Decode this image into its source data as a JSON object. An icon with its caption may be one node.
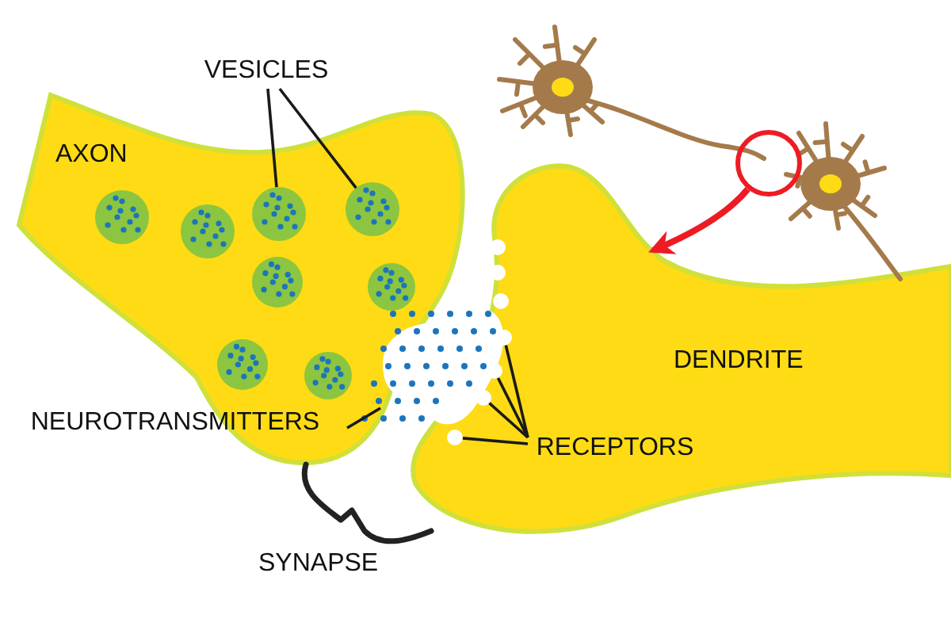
{
  "diagram": {
    "nodes": [
      {
        "text": [
          "AXON"
        ]
      },
      {
        "text": [
          "DENDRITE"
        ]
      },
      {
        "text": [],
        "shape": "circle",
        "in": 0
      },
      {
        "text": [],
        "shape": "circle",
        "in": 0
      },
      {
        "text": [],
        "shape": "circle",
        "in": 0
      },
      {
        "text": [],
        "shape": "circle",
        "in": 0
      },
      {
        "text": [],
        "shape": "circle",
        "in": 0
      },
      {
        "text": [],
        "shape": "circle",
        "in": 0
      },
      {
        "text": [],
        "shape": "circle",
        "in": 0
      },
      {
        "text": [],
        "shape": "circle",
        "in": 0
      },
      {
        "text": [
          "VESICLES"
        ]
      },
      {
        "text": [
          "NEUROTRANSMITTERS"
        ]
      },
      {
        "text": [],
        "shape": "cloud"
      },
      {
        "text": [
          "RECEPTORS"
        ],
        "in": 1
      },
      {
        "text": [],
        "shape": "circle",
        "in": 1
      },
      {
        "text": [],
        "shape": "circle"
      },
      {
        "text": [],
        "shape": "circle",
        "in": 1
      },
      {
        "text": [],
        "shape": "circle",
        "in": 1
      },
      {
        "text": [],
        "shape": "picture"
      },
      {
        "text": [],
        "shape": "picture"
      },
      {
        "text": [],
        "shape": "circle"
      },
      {
        "text": [],
        "shape": "circle",
        "in": 1
      },
      {
        "text": [],
        "shape": "circle",
        "in": 1
      },
      {
        "text": [],
        "shape": "circle",
        "in": 1
      }
    ],
    "edges": [
      {
        "from": 10,
        "to": 4,
        "arrow": "none"
      },
      {
        "from": 10,
        "to": 5,
        "arrow": "none"
      },
      {
        "from": 11,
        "to": 12,
        "arrow": "none"
      },
      {
        "from": 13,
        "to": 14,
        "arrow": "none"
      },
      {
        "from": 13,
        "to": 15,
        "arrow": "none"
      },
      {
        "from": 13,
        "to": 16,
        "arrow": "none"
      },
      {
        "from": 13,
        "to": 17,
        "arrow": "none"
      },
      {
        "from": 20,
        "to": 1,
        "arrow": "to",
        "style": "thick",
        "color": "#ed1c24"
      }
    ],
    "labels": [
      "SYNAPSE"
    ]
  }
}
